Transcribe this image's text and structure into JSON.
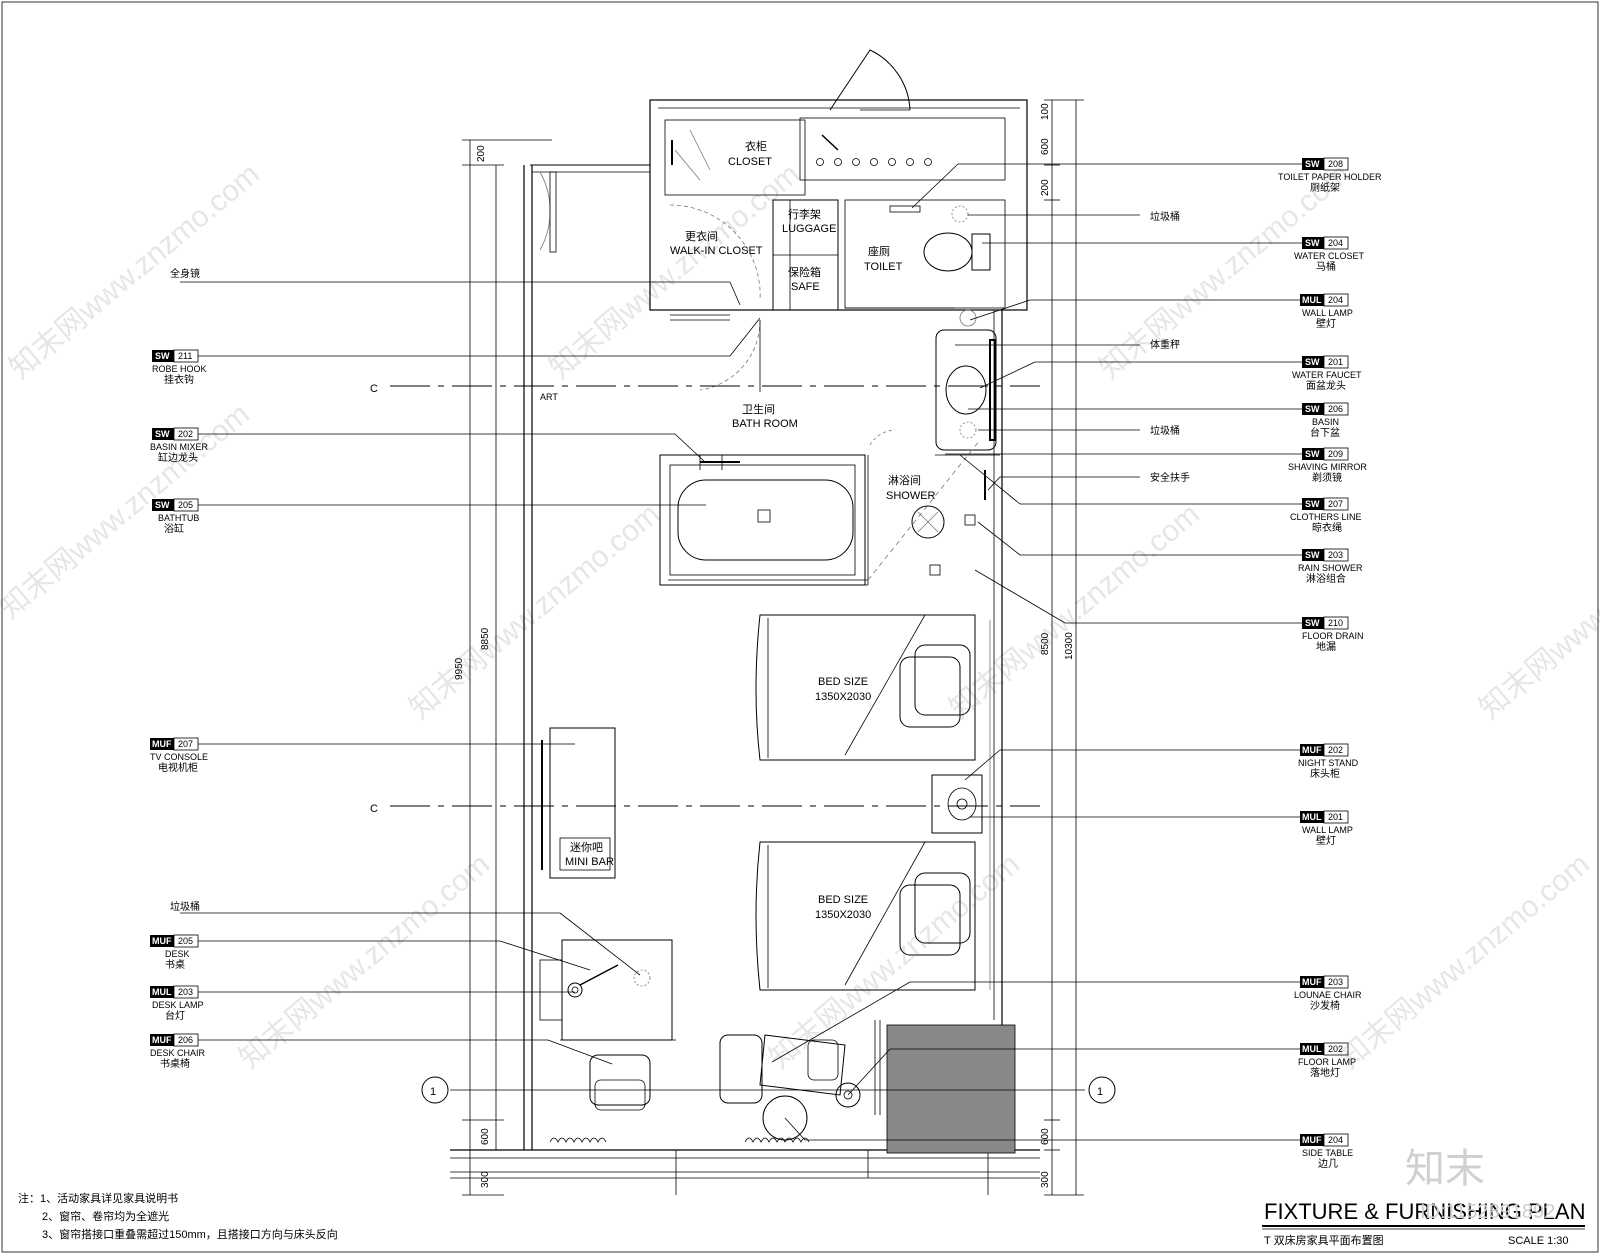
{
  "rooms": {
    "closet_cn": "衣柜",
    "closet_en": "CLOSET",
    "walkin_cn": "更衣间",
    "walkin_en": "WALK-IN CLOSET",
    "luggage_cn": "行李架",
    "luggage_en": "LUGGAGE",
    "safe_cn": "保险箱",
    "safe_en": "SAFE",
    "toilet_cn": "座厕",
    "toilet_en": "TOILET",
    "bath_cn": "卫生间",
    "bath_en": "BATH ROOM",
    "shower_cn": "淋浴间",
    "shower_en": "SHOWER",
    "art": "ART",
    "bed1_a": "BED SIZE",
    "bed1_b": "1350X2030",
    "bed2_a": "BED SIZE",
    "bed2_b": "1350X2030",
    "minibar_cn": "迷你吧",
    "minibar_en": "MINI BAR"
  },
  "left_callouts": [
    {
      "plain": "全身镜"
    },
    {
      "code": "SW",
      "num": "211",
      "en": "ROBE HOOK",
      "cn": "挂衣钩"
    },
    {
      "code": "SW",
      "num": "202",
      "en": "BASIN MIXER",
      "cn": "缸边龙头"
    },
    {
      "code": "SW",
      "num": "205",
      "en": "BATHTUB",
      "cn": "浴缸"
    },
    {
      "code": "MUF",
      "num": "207",
      "en": "TV CONSOLE",
      "cn": "电视机柜"
    },
    {
      "plain": "垃圾桶"
    },
    {
      "code": "MUF",
      "num": "205",
      "en": "DESK",
      "cn": "书桌"
    },
    {
      "code": "MUL",
      "num": "203",
      "en": "DESK LAMP",
      "cn": "台灯"
    },
    {
      "code": "MUF",
      "num": "206",
      "en": "DESK CHAIR",
      "cn": "书桌椅"
    }
  ],
  "right_callouts": [
    {
      "code": "SW",
      "num": "208",
      "en": "TOILET PAPER HOLDER",
      "cn": "厕纸架"
    },
    {
      "plain": "垃圾桶"
    },
    {
      "code": "SW",
      "num": "204",
      "en": "WATER CLOSET",
      "cn": "马桶"
    },
    {
      "code": "MUL",
      "num": "204",
      "en": "WALL LAMP",
      "cn": "壁灯"
    },
    {
      "plain": "体重秤"
    },
    {
      "code": "SW",
      "num": "201",
      "en": "WATER FAUCET",
      "cn": "面盆龙头"
    },
    {
      "code": "SW",
      "num": "206",
      "en": "BASIN",
      "cn": "台下盆"
    },
    {
      "plain": "垃圾桶"
    },
    {
      "code": "SW",
      "num": "209",
      "en": "SHAVING MIRROR",
      "cn": "剃须镜"
    },
    {
      "plain": "安全扶手"
    },
    {
      "code": "SW",
      "num": "207",
      "en": "CLOTHERS LINE",
      "cn": "晾衣绳"
    },
    {
      "code": "SW",
      "num": "203",
      "en": "RAIN SHOWER",
      "cn": "淋浴组合"
    },
    {
      "code": "SW",
      "num": "210",
      "en": "FLOOR DRAIN",
      "cn": "地漏"
    },
    {
      "code": "MUF",
      "num": "202",
      "en": "NIGHT STAND",
      "cn": "床头柜"
    },
    {
      "code": "MUL",
      "num": "201",
      "en": "WALL LAMP",
      "cn": "壁灯"
    },
    {
      "code": "MUF",
      "num": "203",
      "en": "LOUNAE CHAIR",
      "cn": "沙发椅"
    },
    {
      "code": "MUL",
      "num": "202",
      "en": "FLOOR LAMP",
      "cn": "落地灯"
    },
    {
      "code": "MUF",
      "num": "204",
      "en": "SIDE TABLE",
      "cn": "边几"
    }
  ],
  "dimensions": {
    "left_200": "200",
    "left_8850": "8850",
    "left_9950": "9950",
    "left_600": "600",
    "left_300": "300",
    "right_100": "100",
    "right_600_top": "600",
    "right_200": "200",
    "right_8500": "8500",
    "right_10300": "10300",
    "right_600_bot": "600",
    "right_300": "300"
  },
  "axis": {
    "centerline_symbol": "C",
    "grid_label": "1"
  },
  "notes": [
    "注：1、活动家具详见家具说明书",
    "2、窗帘、卷帘均为全遮光",
    "3、窗帘搭接口重叠需超过150mm，且搭接口方向与床头反向"
  ],
  "title_block": {
    "title": "FIXTURE & FURNISHING PLAN",
    "subtitle": "T 双床房家具平面布置图",
    "scale": "SCALE  1:30"
  },
  "watermark": {
    "site": "知末网www.znzmo.com",
    "logo": "知末",
    "id": "ID:1152891892"
  }
}
